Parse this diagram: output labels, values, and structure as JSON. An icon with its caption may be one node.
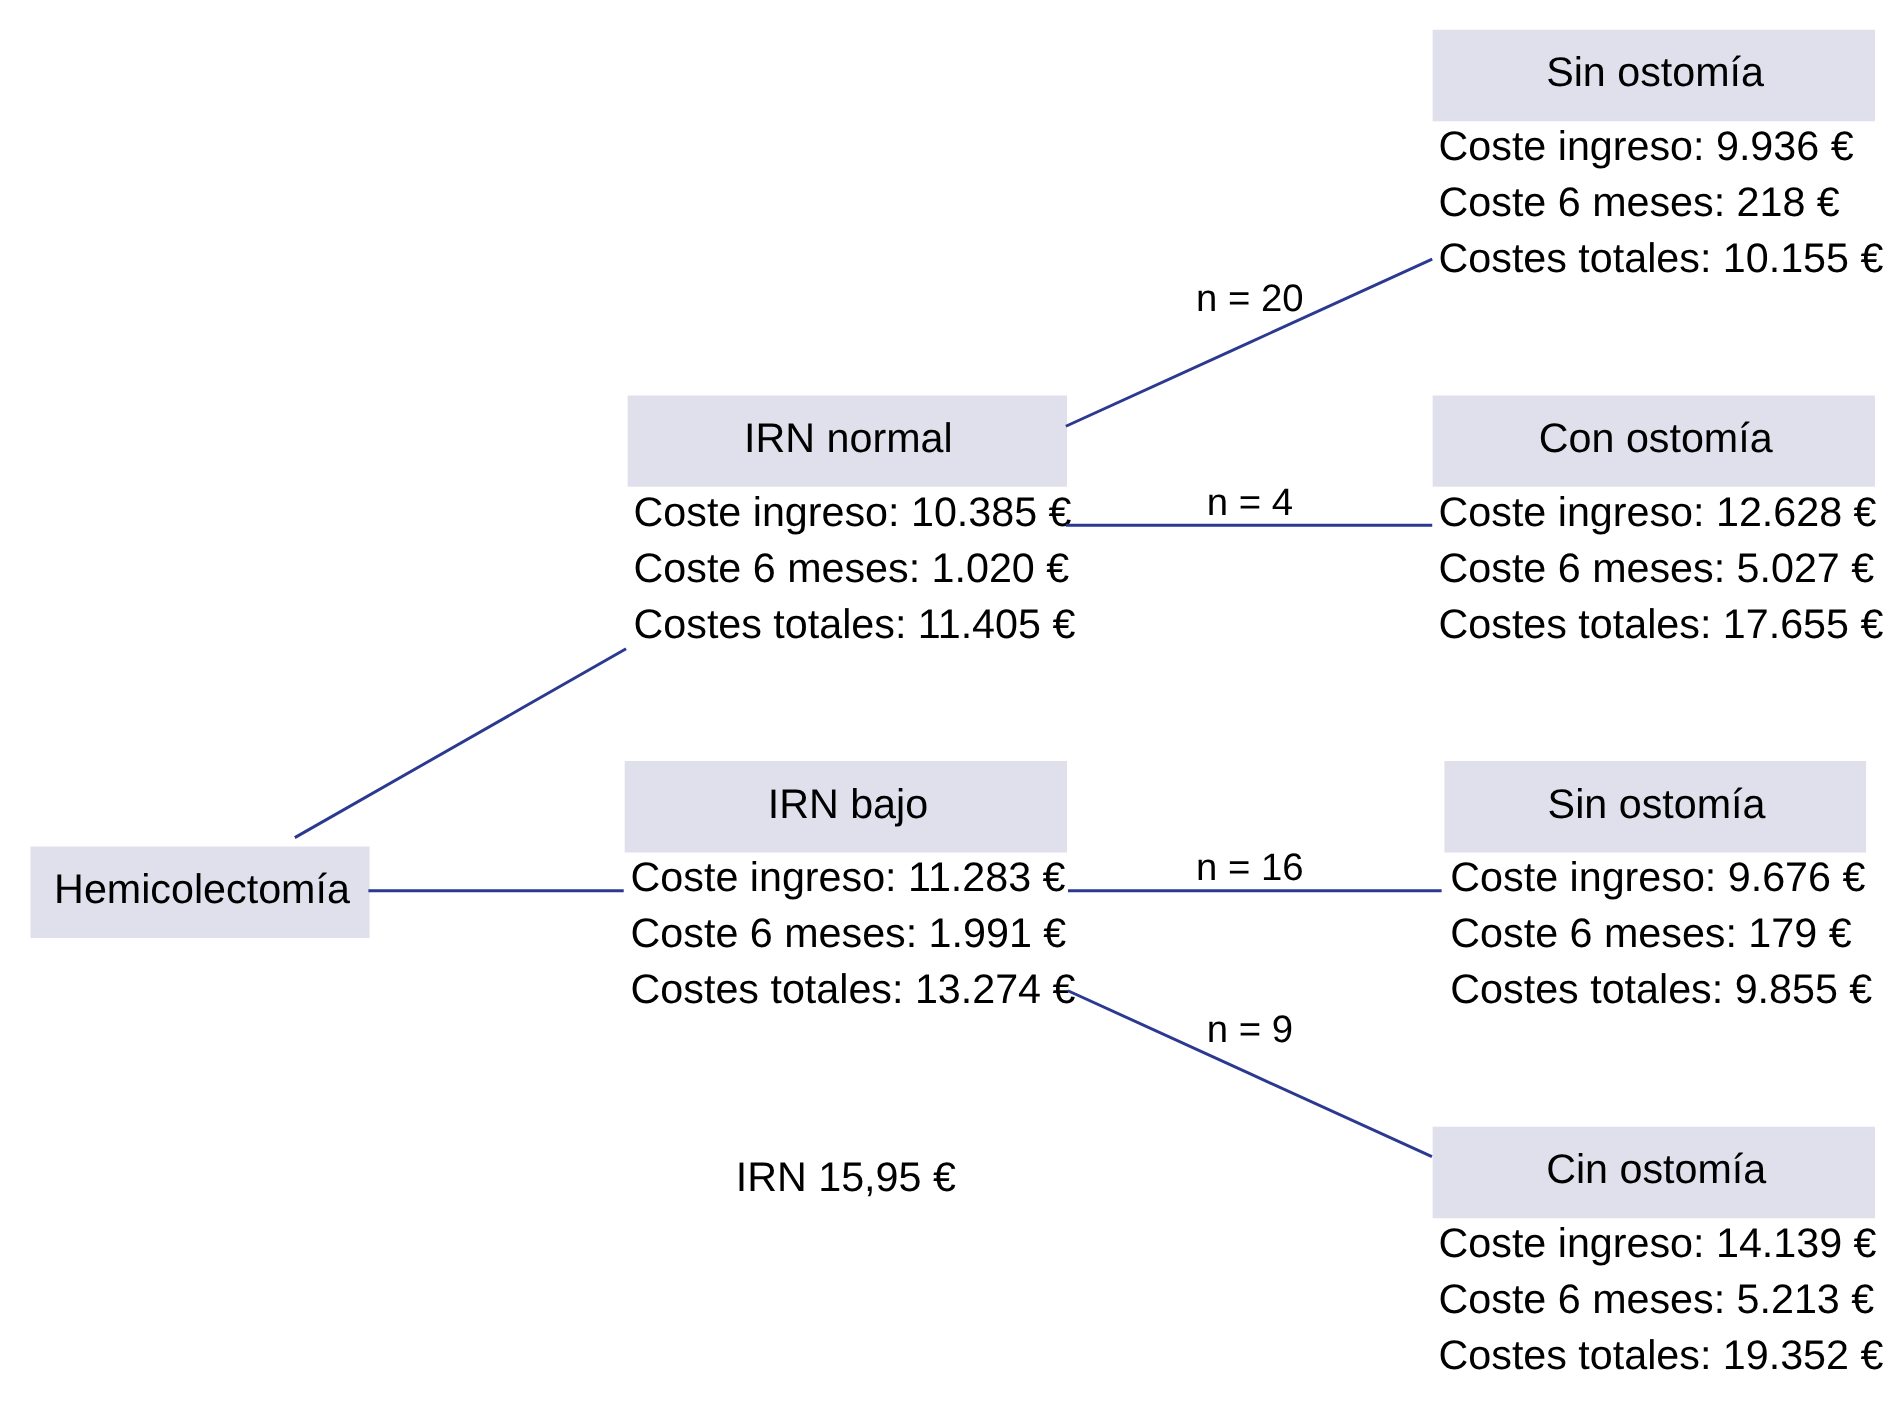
{
  "diagram": {
    "nodes": [
      {
        "text": [
          "Hemicolectomía"
        ]
      },
      {
        "text": [
          "IRN normal"
        ],
        "beside": [
          "Coste ingreso: 10.385 €",
          "Coste 6 meses: 1.020 €",
          "Costes totales: 11.405 €"
        ]
      },
      {
        "text": [
          "IRN bajo"
        ],
        "beside": [
          "Coste ingreso: 11.283 €",
          "Coste 6 meses: 1.991 €",
          "Costes totales: 13.274 €"
        ]
      },
      {
        "text": [
          "Sin ostomía"
        ],
        "beside": [
          "Coste ingreso: 9.936 €",
          "Coste 6 meses: 218 €",
          "Costes totales: 10.155 €"
        ]
      },
      {
        "text": [
          "Con ostomía"
        ],
        "beside": [
          "Coste ingreso: 12.628 €",
          "Coste 6 meses: 5.027 €",
          "Costes totales: 17.655 €"
        ]
      },
      {
        "text": [
          "Sin ostomía"
        ],
        "beside": [
          "Coste ingreso: 9.676 €",
          "Coste 6 meses: 179 €",
          "Costes totales: 9.855 €"
        ]
      },
      {
        "text": [
          "Cin ostomía"
        ],
        "beside": [
          "Coste ingreso: 14.139 €",
          "Coste 6 meses: 5.213 €",
          "Costes totales: 19.352 €"
        ]
      }
    ],
    "edges": [
      {
        "from": 0,
        "to": 1,
        "arrow": "none"
      },
      {
        "from": 0,
        "to": 2,
        "arrow": "none"
      },
      {
        "from": 1,
        "to": 3,
        "arrow": "none",
        "label": "n = 20"
      },
      {
        "from": 1,
        "to": 4,
        "arrow": "none",
        "label": "n = 4"
      },
      {
        "from": 2,
        "to": 5,
        "arrow": "none",
        "label": "n = 16"
      },
      {
        "from": 2,
        "to": 6,
        "arrow": "none",
        "label": "n = 9"
      }
    ],
    "labels": [
      "IRN 15,95 €"
    ]
  }
}
